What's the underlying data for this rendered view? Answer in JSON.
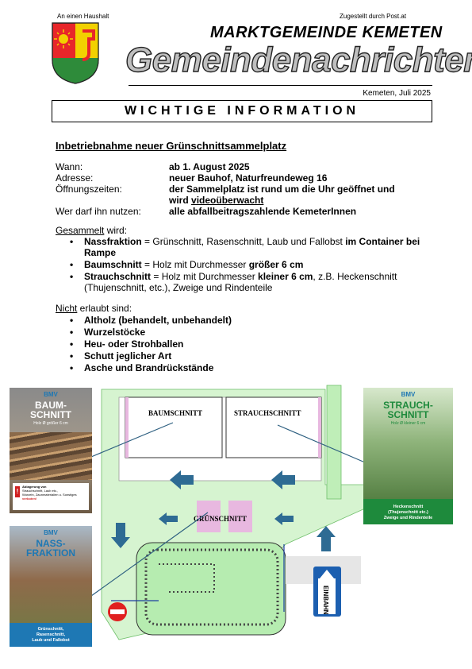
{
  "header": {
    "left_note": "An einen Haushalt",
    "right_note": "Zugestellt durch Post.at",
    "municipality": "Marktgemeinde Kemeten",
    "newsletter": "Gemeindenachrichten",
    "date": "Kemeten, Juli 2025"
  },
  "banner": "WICHTIGE INFORMATION",
  "headline": "Inbetriebnahme neuer Grünschnittsammelplatz",
  "info": [
    {
      "label": "Wann:",
      "value": "ab 1. August 2025"
    },
    {
      "label": "Adresse:",
      "value": "neuer Bauhof, Naturfreundeweg 16"
    },
    {
      "label": "Öffnungszeiten:",
      "value_a": "der Sammelplatz ist rund um die Uhr geöffnet und",
      "value_b": "wird ",
      "value_c": "videoüberwacht"
    },
    {
      "label": "Wer darf ihn nutzen:",
      "value": "alle abfallbeitragszahlende KemeterInnen"
    }
  ],
  "collected": {
    "heading_u": "Gesammelt",
    "heading_rest": " wird:",
    "items": [
      {
        "bold": "Nassfraktion",
        "text": " = Grünschnitt, Rasenschnitt, Laub und Fallobst ",
        "bold2": "im Container bei",
        "line2": "Rampe"
      },
      {
        "bold": "Baumschnitt",
        "text": " = Holz mit Durchmesser ",
        "bold2": "größer 6 cm"
      },
      {
        "bold": "Strauchschnitt",
        "text": " = Holz mit Durchmesser ",
        "bold2": "kleiner 6 cm",
        "text2": ", z.B. Heckenschnitt",
        "line2": "(Thujenschnitt, etc.), Zweige und Rindenteile"
      }
    ]
  },
  "not_allowed": {
    "heading_u": "Nicht",
    "heading_rest": " erlaubt sind:",
    "items": [
      "Altholz (behandelt, unbehandelt)",
      "Wurzelstöcke",
      "Heu- oder Strohballen",
      "Schutt jeglicher Art",
      "Asche und Brandrückstände"
    ]
  },
  "map": {
    "label_baum": "BAUMSCHNITT",
    "label_strauch": "STRAUCHSCHNITT",
    "label_gruen": "GRÜNSCHNITT",
    "sign_entry": "EINBAHN"
  },
  "posters": {
    "baum": {
      "brand": "BMV",
      "title_a": "BAUM-",
      "title_b": "SCHNITT",
      "sub": "Holz Ø größer 6 cm",
      "warn_a": "Ablagerung von",
      "warn_b": "Strauchschnitt, Laub etc.,",
      "warn_c": "Wurzeln, Zaunmaterialien u. Sonstiges",
      "warn_d": "verboten!"
    },
    "strauch": {
      "brand": "BMV",
      "title_a": "STRAUCH-",
      "title_b": "SCHNITT",
      "sub": "Holz Ø kleiner 6 cm",
      "foot_a": "Heckenschnitt",
      "foot_b": "(Thujenschnitt etc.)",
      "foot_c": "Zweige und Rindenteile"
    },
    "nass": {
      "brand": "BMV",
      "title_a": "NASS-",
      "title_b": "FRAKTION",
      "foot_a": "Grünschnitt,",
      "foot_b": "Rasenschnitt,",
      "foot_c": "Laub und Fallobst"
    }
  },
  "colors": {
    "arrow": "#2e6b93",
    "grass": "#c8f0c4",
    "pink": "#e8b8e0",
    "poster_blue": "#1e78b4",
    "poster_green": "#1e8a3c"
  }
}
